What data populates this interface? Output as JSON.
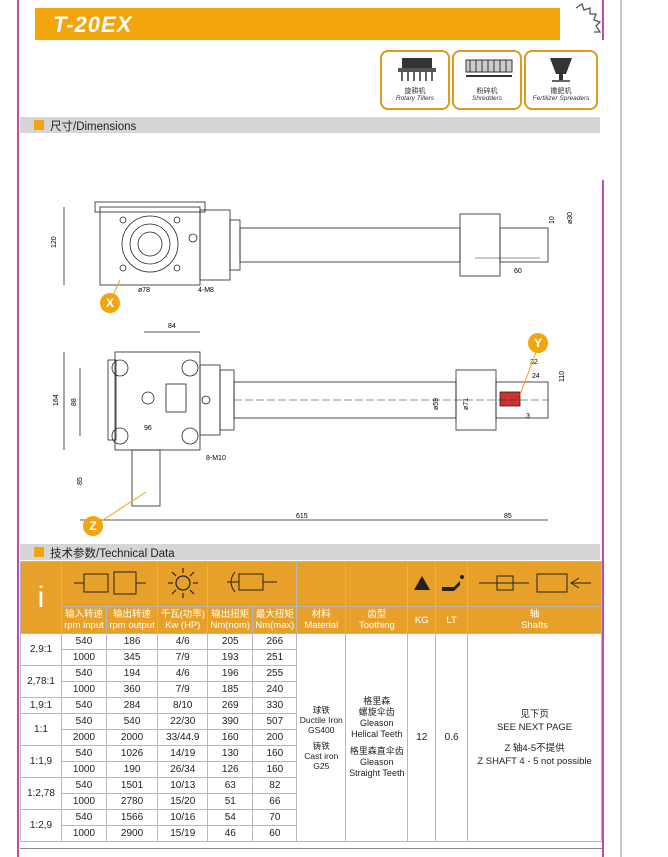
{
  "title": "T-20EX",
  "applications": [
    {
      "cn": "旋耕机",
      "en": "Rotary Tillers",
      "icon": "rotary-tiller-icon"
    },
    {
      "cn": "粉碎机",
      "en": "Shredders",
      "icon": "shredder-icon"
    },
    {
      "cn": "撒肥机",
      "en": "Fertilizer Spreaders",
      "icon": "fertilizer-spreader-icon"
    }
  ],
  "dimensions": {
    "heading": "尺寸/Dimensions",
    "labels": {
      "x": "X",
      "y": "Y",
      "z": "Z",
      "d120": "120",
      "d78": "ø78",
      "m8": "4-M8",
      "d10": "10",
      "d30": "ø30",
      "d60": "60",
      "d84": "84",
      "d164": "164",
      "d88": "88",
      "d96": "96",
      "d32": "32",
      "d24": "24",
      "d110": "110",
      "d3": "3",
      "d59": "ø59",
      "d71": "ø71",
      "d85": "85",
      "m10": "8-M10",
      "d615": "615",
      "d85b": "85"
    }
  },
  "technical": {
    "heading": "技术参数/Technical Data",
    "i_symbol": "i",
    "headers": {
      "rpm_input": [
        "输入转速",
        "rpm input"
      ],
      "rpm_output": [
        "输出转速",
        "rpm output"
      ],
      "kw": [
        "千瓦(功率)",
        "Kw (HP)"
      ],
      "nm_nom": [
        "输出扭矩",
        "Nm(nom)"
      ],
      "nm_max": [
        "最大扭矩",
        "Nm(max)"
      ],
      "material": [
        "材料",
        "Material"
      ],
      "toothing": [
        "齿型",
        "Toothing"
      ],
      "kg": "KG",
      "lt": "LT",
      "shafts": [
        "轴",
        "Shafts"
      ]
    },
    "groups": [
      {
        "ratio": "2,9:1",
        "rows": [
          [
            "540",
            "186",
            "4/6",
            "205",
            "266"
          ],
          [
            "1000",
            "345",
            "7/9",
            "193",
            "251"
          ]
        ]
      },
      {
        "ratio": "2,78:1",
        "rows": [
          [
            "540",
            "194",
            "4/6",
            "196",
            "255"
          ],
          [
            "1000",
            "360",
            "7/9",
            "185",
            "240"
          ]
        ]
      },
      {
        "ratio": "1,9:1",
        "rows": [
          [
            "540",
            "284",
            "8/10",
            "269",
            "330"
          ]
        ]
      },
      {
        "ratio": "1:1",
        "rows": [
          [
            "540",
            "540",
            "22/30",
            "390",
            "507"
          ],
          [
            "2000",
            "2000",
            "33/44.9",
            "160",
            "200"
          ]
        ]
      },
      {
        "ratio": "1:1,9",
        "rows": [
          [
            "540",
            "1026",
            "14/19",
            "130",
            "160"
          ],
          [
            "1000",
            "190",
            "26/34",
            "126",
            "160"
          ]
        ]
      },
      {
        "ratio": "1:2,78",
        "rows": [
          [
            "540",
            "1501",
            "10/13",
            "63",
            "82"
          ],
          [
            "1000",
            "2780",
            "15/20",
            "51",
            "66"
          ]
        ]
      },
      {
        "ratio": "1:2,9",
        "rows": [
          [
            "540",
            "1566",
            "10/16",
            "54",
            "70"
          ],
          [
            "1000",
            "2900",
            "15/19",
            "46",
            "60"
          ]
        ]
      }
    ],
    "material": [
      "球铁",
      "Ductile Iron",
      "GS400",
      "铸铁",
      "Cast iron",
      "G25"
    ],
    "toothing": [
      "格里森",
      "螺旋伞齿",
      "Gleason",
      "Helical Teeth",
      "格里森直伞齿",
      "Gleason",
      "Straight Teeth"
    ],
    "kg": "12",
    "lt": "0.6",
    "shafts": [
      "见下页",
      "SEE NEXT PAGE",
      "Z 轴4-5不提供",
      "Z SHAFT 4 - 5 not possible"
    ]
  }
}
